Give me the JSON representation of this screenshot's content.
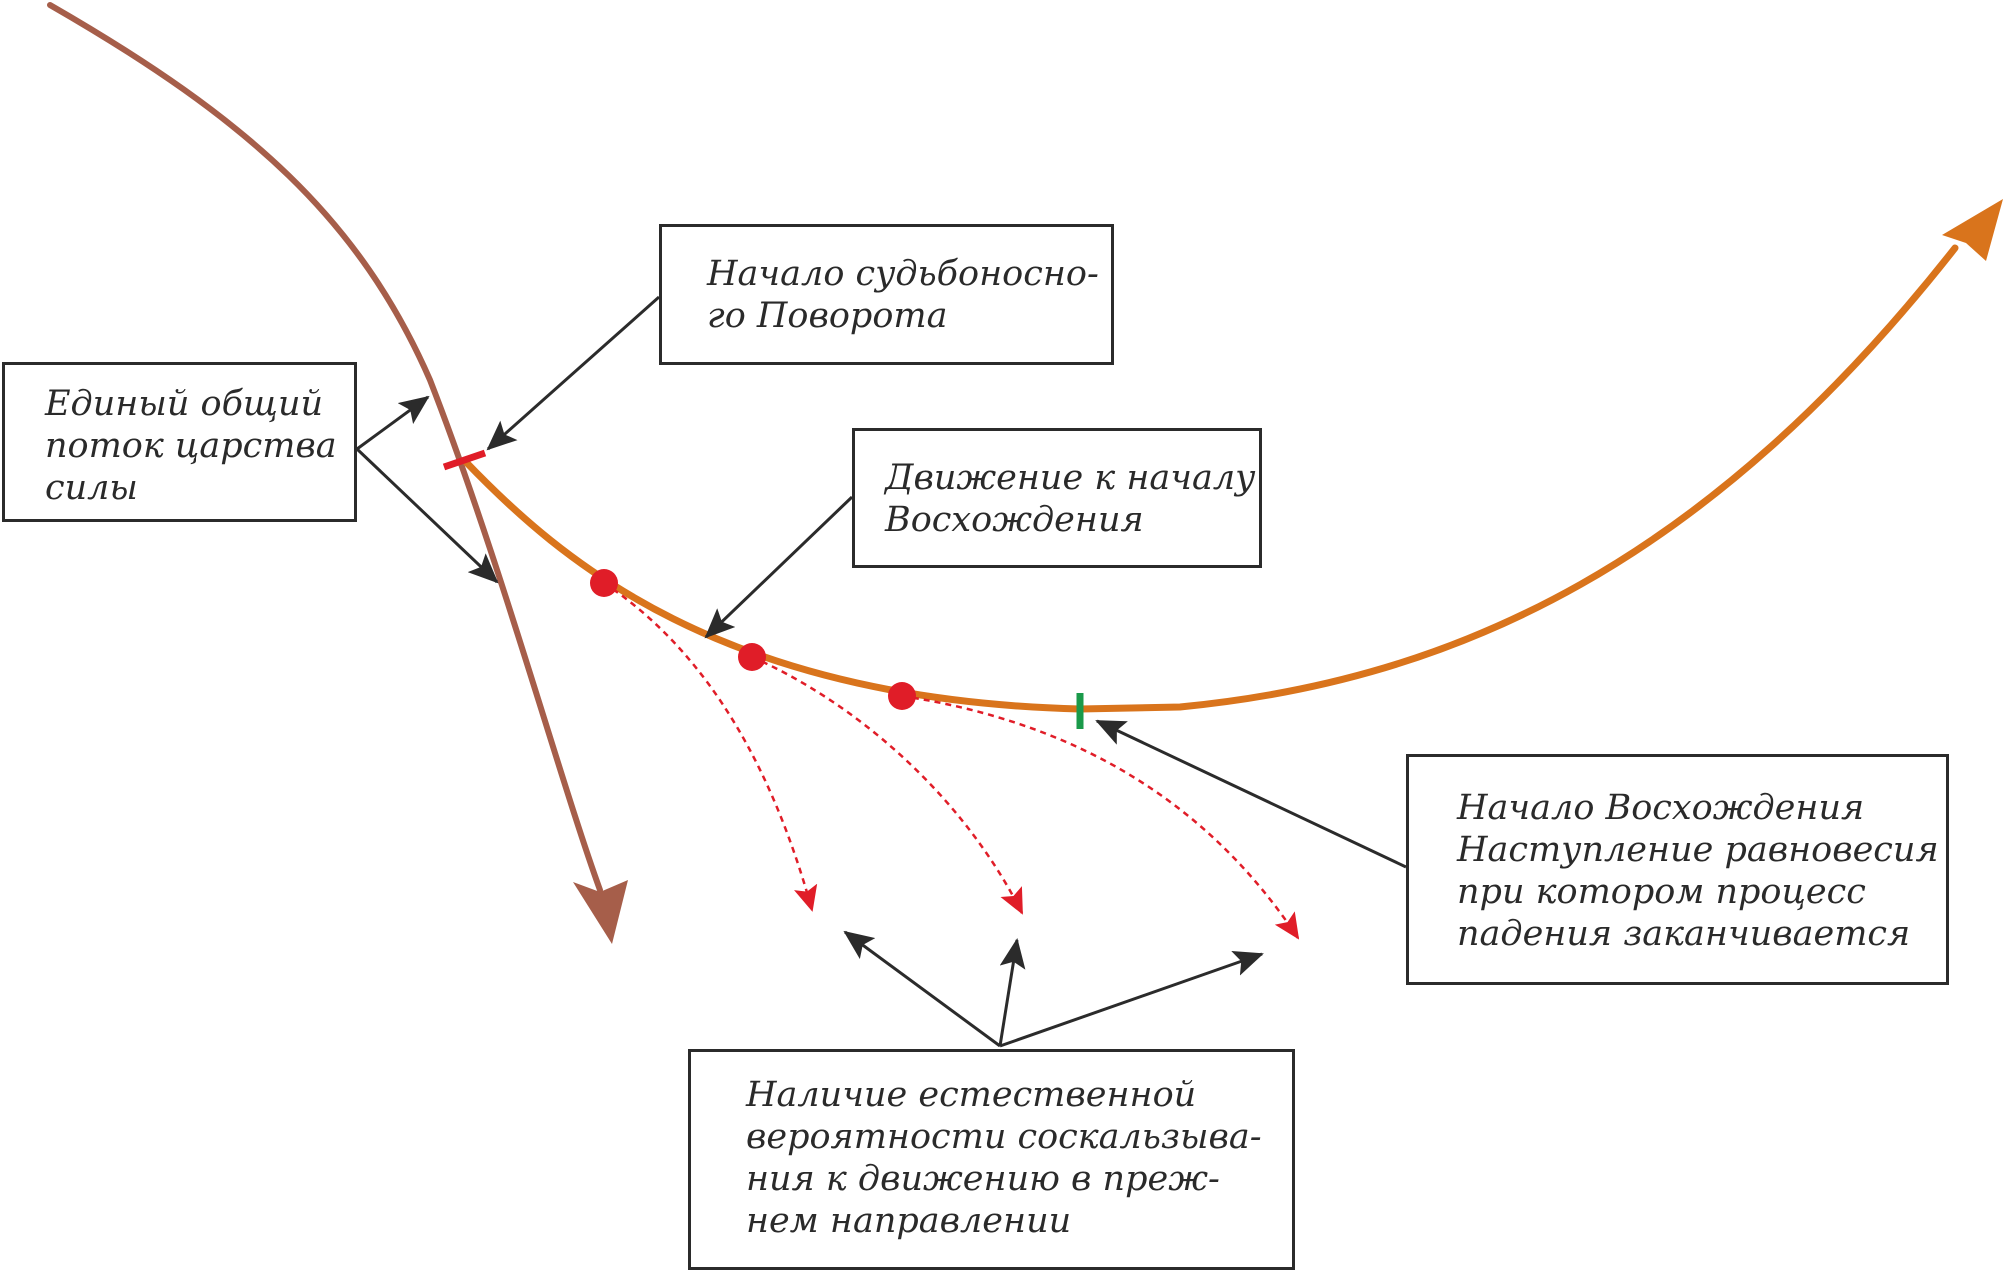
{
  "colors": {
    "main_stream": "#a65e4a",
    "ascent_path": "#d9741c",
    "turn_marker": "#e01d28",
    "ascent_marker": "#1a9a4a",
    "slip_points": "#e01d28",
    "slip_paths": "#e01d28",
    "pointer_arrows": "#2b2b2b",
    "box_border": "#2b2b2b",
    "text": "#2a2a2a"
  },
  "labels": {
    "shared_stream": "Единый общий\nпоток царства\nсилы",
    "turn_start": "Начало судьбоносно-\nго Поворота",
    "movement_to_ascent": "Движение к началу\nВосхождения",
    "ascent_start": "Начало Восхождения\nНаступление равновесия\nпри котором процесс\nпадения заканчивается",
    "slip_probability": "Наличие естественной\nвероятности соскальзыва-\nния к движению в преж-\nнем направлении"
  }
}
